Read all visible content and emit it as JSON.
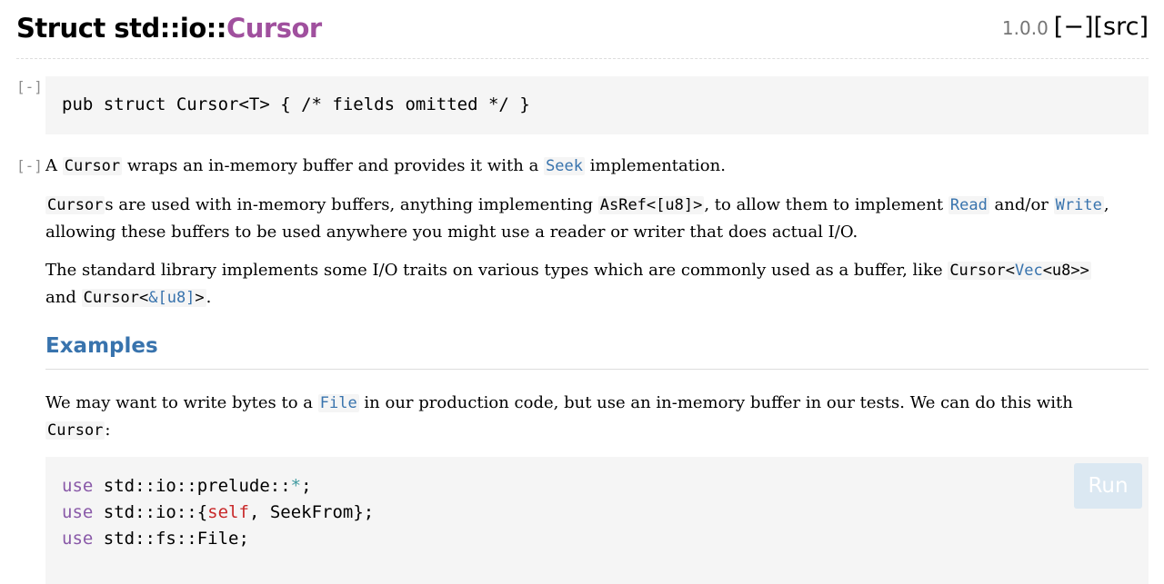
{
  "header": {
    "title_prefix": "Struct std::io::",
    "struct_name": "Cursor",
    "since": "1.0.0",
    "collapse_link": "[−]",
    "src_link": "[src]"
  },
  "toggles": {
    "declaration": "[-]",
    "docs": "[-]"
  },
  "declaration": "pub struct Cursor<T> { /* fields omitted */ }",
  "docs": {
    "p1": {
      "t1": "A ",
      "c1": "Cursor",
      "t2": " wraps an in-memory buffer and provides it with a ",
      "c2": "Seek",
      "t3": " implementation."
    },
    "p2": {
      "c1": "Cursor",
      "t1": "s are used with in-memory buffers, anything implementing ",
      "c2": "AsRef<[u8]>",
      "t2": ", to allow them to implement ",
      "c3": "Read",
      "t3": " and/or ",
      "c4": "Write",
      "t4": ", allowing these buffers to be used anywhere you might use a reader or writer that does actual I/O."
    },
    "p3": {
      "t1": "The standard library implements some I/O traits on various types which are commonly used as a buffer, like ",
      "c1a": "Cursor<",
      "c1b": "Vec",
      "c1c": "<u8>>",
      "t2": " and ",
      "c2a": "Cursor<",
      "c2b": "&[u8]",
      "c2c": ">",
      "t3": "."
    },
    "examples_heading": "Examples",
    "p4": {
      "t1": "We may want to write bytes to a ",
      "c1": "File",
      "t2": " in our production code, but use an in-memory buffer in our tests. We can do this with ",
      "c2": "Cursor",
      "t3": ":"
    }
  },
  "example": {
    "line1": {
      "kw": "use",
      "path": " std::io::prelude::",
      "star": "*",
      "end": ";"
    },
    "line2": {
      "kw": "use",
      "path": " std::io::{",
      "self": "self",
      "rest": ", SeekFrom};"
    },
    "line3": {
      "kw": "use",
      "path": " std::fs::File;"
    },
    "run_label": "Run"
  },
  "colors": {
    "struct_name": "#a0509e",
    "link": "#3873ad",
    "code_bg": "#f5f5f5",
    "keyword": "#8959a8",
    "self_keyword": "#c82829",
    "run_button_bg": "#dbe8f2"
  }
}
